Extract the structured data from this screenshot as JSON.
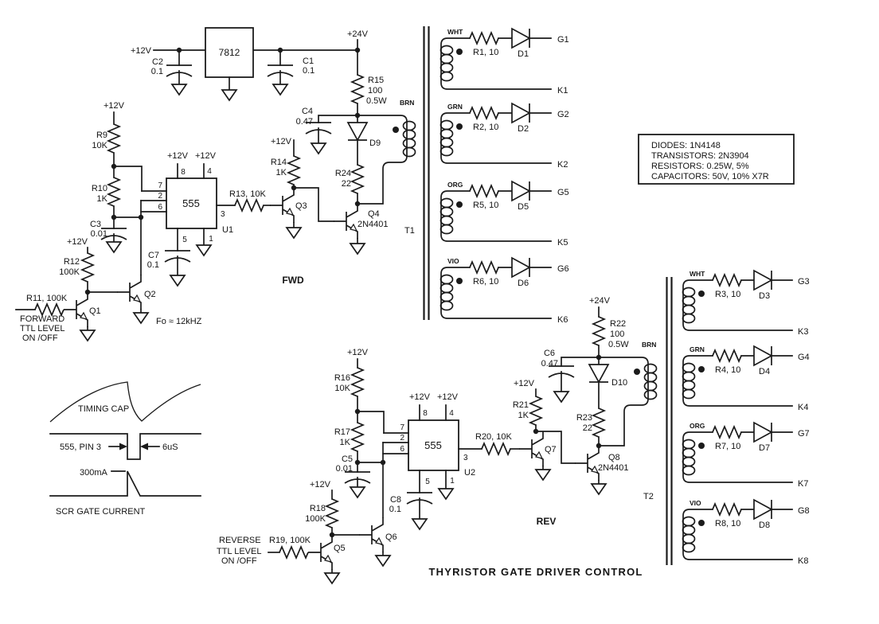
{
  "title": "THYRISTOR GATE DRIVER CONTROL",
  "notes": {
    "l1": "DIODES:  1N4148",
    "l2": "TRANSISTORS:  2N3904",
    "l3": "RESISTORS:  0.25W, 5%",
    "l4": "CAPACITORS:  50V, 10% X7R"
  },
  "psu": {
    "vin": "+12V",
    "reg": "7812",
    "vout": "+24V",
    "c2n": "C2",
    "c2v": "0.1",
    "c1n": "C1",
    "c1v": "0.1"
  },
  "fwd": {
    "sec_label": "FWD",
    "freq": "Fo ≈ 12kHZ",
    "in1": "FORWARD",
    "in2": "TTL LEVEL",
    "in3": "ON /OFF",
    "r9n": "R9",
    "r9v": "10K",
    "r10n": "R10",
    "r10v": "1K",
    "r11": "R11, 100K",
    "r12n": "R12",
    "r12v": "100K",
    "r13": "R13, 10K",
    "r14n": "R14",
    "r14v": "1K",
    "r15n": "R15",
    "r15v": "100",
    "r15w": "0.5W",
    "c3n": "C3",
    "c3v": "0.01",
    "c4n": "C4",
    "c4v": "0.47",
    "c7n": "C7",
    "c7v": "0.1",
    "d9": "D9",
    "r24n": "R24",
    "r24v": "22",
    "q1": "Q1",
    "q2": "Q2",
    "q3": "Q3",
    "q4": "Q4",
    "q4p": "2N4401",
    "u1": {
      "chip": "555",
      "ref": "U1",
      "p8": "8",
      "p4": "4",
      "p7": "7",
      "p2": "2",
      "p6": "6",
      "p3": "3",
      "p5": "5",
      "p1": "1"
    }
  },
  "rev": {
    "sec_label": "REV",
    "in1": "REVERSE",
    "in2": "TTL LEVEL",
    "in3": "ON /OFF",
    "v24": "+24V",
    "r16n": "R16",
    "r16v": "10K",
    "r17n": "R17",
    "r17v": "1K",
    "r18n": "R18",
    "r18v": "100K",
    "r19": "R19, 100K",
    "r20": "R20, 10K",
    "r21n": "R21",
    "r21v": "1K",
    "r22n": "R22",
    "r22v": "100",
    "r22w": "0.5W",
    "c5n": "C5",
    "c5v": "0.01",
    "c6n": "C6",
    "c6v": "0.47",
    "c8n": "C8",
    "c8v": "0.1",
    "d10": "D10",
    "r23n": "R23",
    "r23v": "22",
    "q5": "Q5",
    "q6": "Q6",
    "q7": "Q7",
    "q8": "Q8",
    "q8p": "2N4401",
    "u2": {
      "chip": "555",
      "ref": "U2",
      "p8": "8",
      "p4": "4",
      "p7": "7",
      "p2": "2",
      "p6": "6",
      "p3": "3",
      "p5": "5",
      "p1": "1"
    }
  },
  "t1": {
    "ref": "T1",
    "pri": "BRN",
    "sec": [
      {
        "c": "WHT",
        "r": "R1, 10",
        "d": "D1",
        "g": "G1",
        "k": "K1"
      },
      {
        "c": "GRN",
        "r": "R2, 10",
        "d": "D2",
        "g": "G2",
        "k": "K2"
      },
      {
        "c": "ORG",
        "r": "R5, 10",
        "d": "D5",
        "g": "G5",
        "k": "K5"
      },
      {
        "c": "VIO",
        "r": "R6, 10",
        "d": "D6",
        "g": "G6",
        "k": "K6"
      }
    ]
  },
  "t2": {
    "ref": "T2",
    "pri": "BRN",
    "sec": [
      {
        "c": "WHT",
        "r": "R3, 10",
        "d": "D3",
        "g": "G3",
        "k": "K3"
      },
      {
        "c": "GRN",
        "r": "R4, 10",
        "d": "D4",
        "g": "G4",
        "k": "K4"
      },
      {
        "c": "ORG",
        "r": "R7, 10",
        "d": "D7",
        "g": "G7",
        "k": "K7"
      },
      {
        "c": "VIO",
        "r": "R8, 10",
        "d": "D8",
        "g": "G8",
        "k": "K8"
      }
    ]
  },
  "timing": {
    "cap": "TIMING CAP",
    "pin3": "555, PIN 3",
    "width": "6uS",
    "amp": "300mA",
    "caption": "SCR GATE CURRENT"
  }
}
